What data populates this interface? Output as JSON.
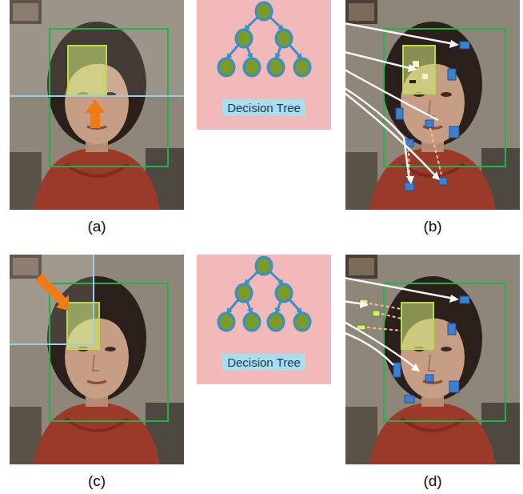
{
  "diagram": {
    "nodes": [
      {
        "text": [
          "Decision Tree"
        ]
      },
      {
        "text": [
          "Decision Tree"
        ]
      }
    ],
    "labels": [
      "(a)",
      "(b)",
      "(c)",
      "(d)"
    ]
  }
}
